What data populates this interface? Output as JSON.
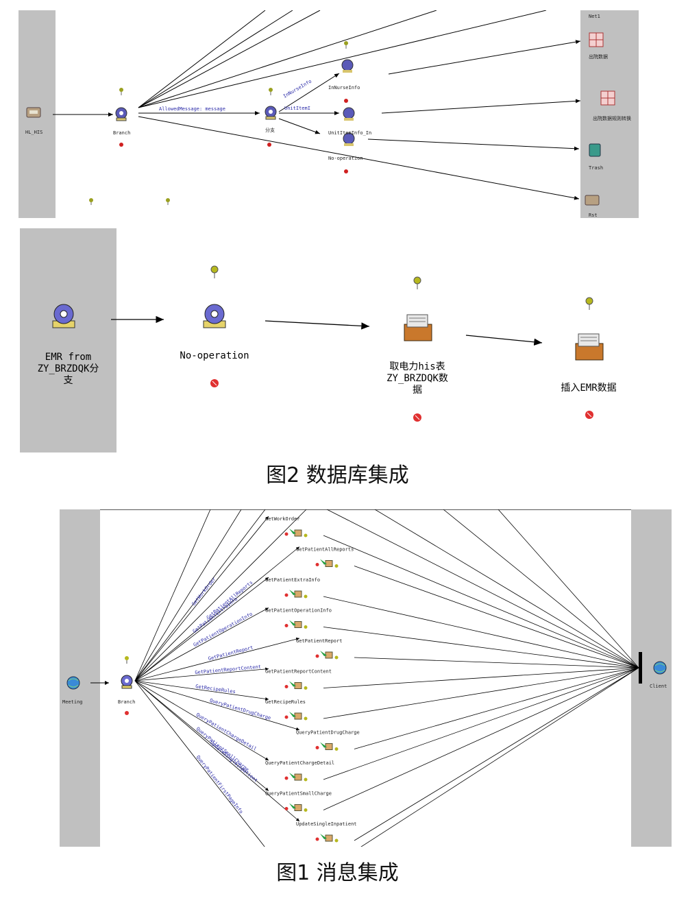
{
  "fig_top": {
    "lane_left_label": "HL_HIS",
    "branch_label": "Branch",
    "branch2_label": "分支",
    "link_main": "AllowedMessage: message",
    "link_a": "InNurseInfo",
    "link_b": "UnitItemI",
    "target_a": "InNurseInfo",
    "target_b": "UnitItemInfo_In",
    "target_c": "No-operation",
    "right_top_label": "Net1",
    "right_1": "出院数据",
    "right_2": "出院数据规则转换",
    "right_3": "Trash",
    "right_4": "Rst"
  },
  "fig_db": {
    "source_label": "EMR from\nZY_BRZDQK分\n支",
    "noop_label": "No-operation",
    "fetch_label": "取电力his表\nZY_BRZDQK数\n据",
    "insert_label": "插入EMR数据"
  },
  "caption_db": "图2 数据库集成",
  "fig_msg": {
    "source_label": "Meeting",
    "branch_label": "Branch",
    "client_label": "Client",
    "services": [
      "GetWorkOrder",
      "GetPatientAllReports",
      "GetPatientExtraInfo",
      "GetPatientOperationInfo",
      "GetPatientReport",
      "GetPatientReportContent",
      "GetRecipeRules",
      "QueryPatientDrugCharge",
      "QueryPatientChargeDetail",
      "QueryPatientSmallCharge",
      "UpdateSingleInpatient",
      "QueryPatientFirstPageInfo"
    ]
  },
  "caption_msg": "图1  消息集成",
  "colors": {
    "lane": "#c0c0c0",
    "line": "#000000",
    "link_text": "#2a2aa8"
  }
}
